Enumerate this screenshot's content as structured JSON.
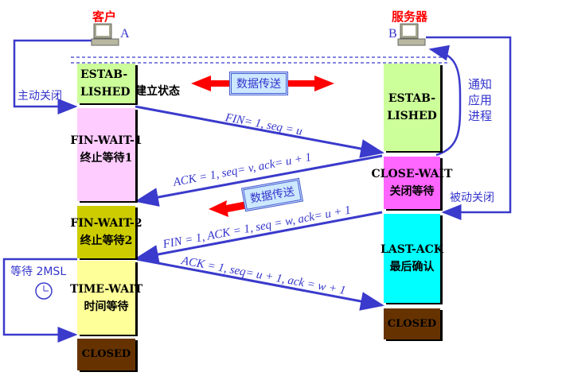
{
  "client": {
    "title": "客户",
    "host": "A"
  },
  "server": {
    "title": "服务器",
    "host": "B"
  },
  "client_states": [
    {
      "line1": "ESTAB-",
      "line2": "LISHED",
      "color": "#ccff99"
    },
    {
      "line1": "FIN-WAIT-1",
      "line2": "终止等待1",
      "color": "#ffccff"
    },
    {
      "line1": "FIN-WAIT-2",
      "line2": "终止等待2",
      "color": "#cccc00"
    },
    {
      "line1": "TIME-WAIT",
      "line2": "时间等待",
      "color": "#ffff99"
    },
    {
      "line1": "CLOSED",
      "color": "#663300"
    }
  ],
  "established_note": "建立状态",
  "server_states": [
    {
      "line1": "ESTAB-",
      "line2": "LISHED",
      "color": "#ccff99"
    },
    {
      "line1": "CLOSE-WAIT",
      "line2": "关闭等待",
      "color": "#ff66ff"
    },
    {
      "line1": "LAST-ACK",
      "line2": "最后确认",
      "color": "#00ffff"
    },
    {
      "line1": "CLOSED",
      "color": "#663300"
    }
  ],
  "data_transfer": "数据传送",
  "messages": [
    "FIN= 1, seq = u",
    "ACK = 1, seq= v, ack= u + 1",
    "FIN = 1, ACK = 1, seq = w, ack= u + 1",
    "ACK = 1, seq= u + 1, ack = w + 1"
  ],
  "notes": {
    "active_close": "主动关闭",
    "passive_close": "被动关闭",
    "notify_app": [
      "通知",
      "应用",
      "进程"
    ],
    "wait_2msl": "等待 2MSL"
  },
  "colors": {
    "arrow": "#3a3acc",
    "data_arrow": "#ff0000"
  }
}
